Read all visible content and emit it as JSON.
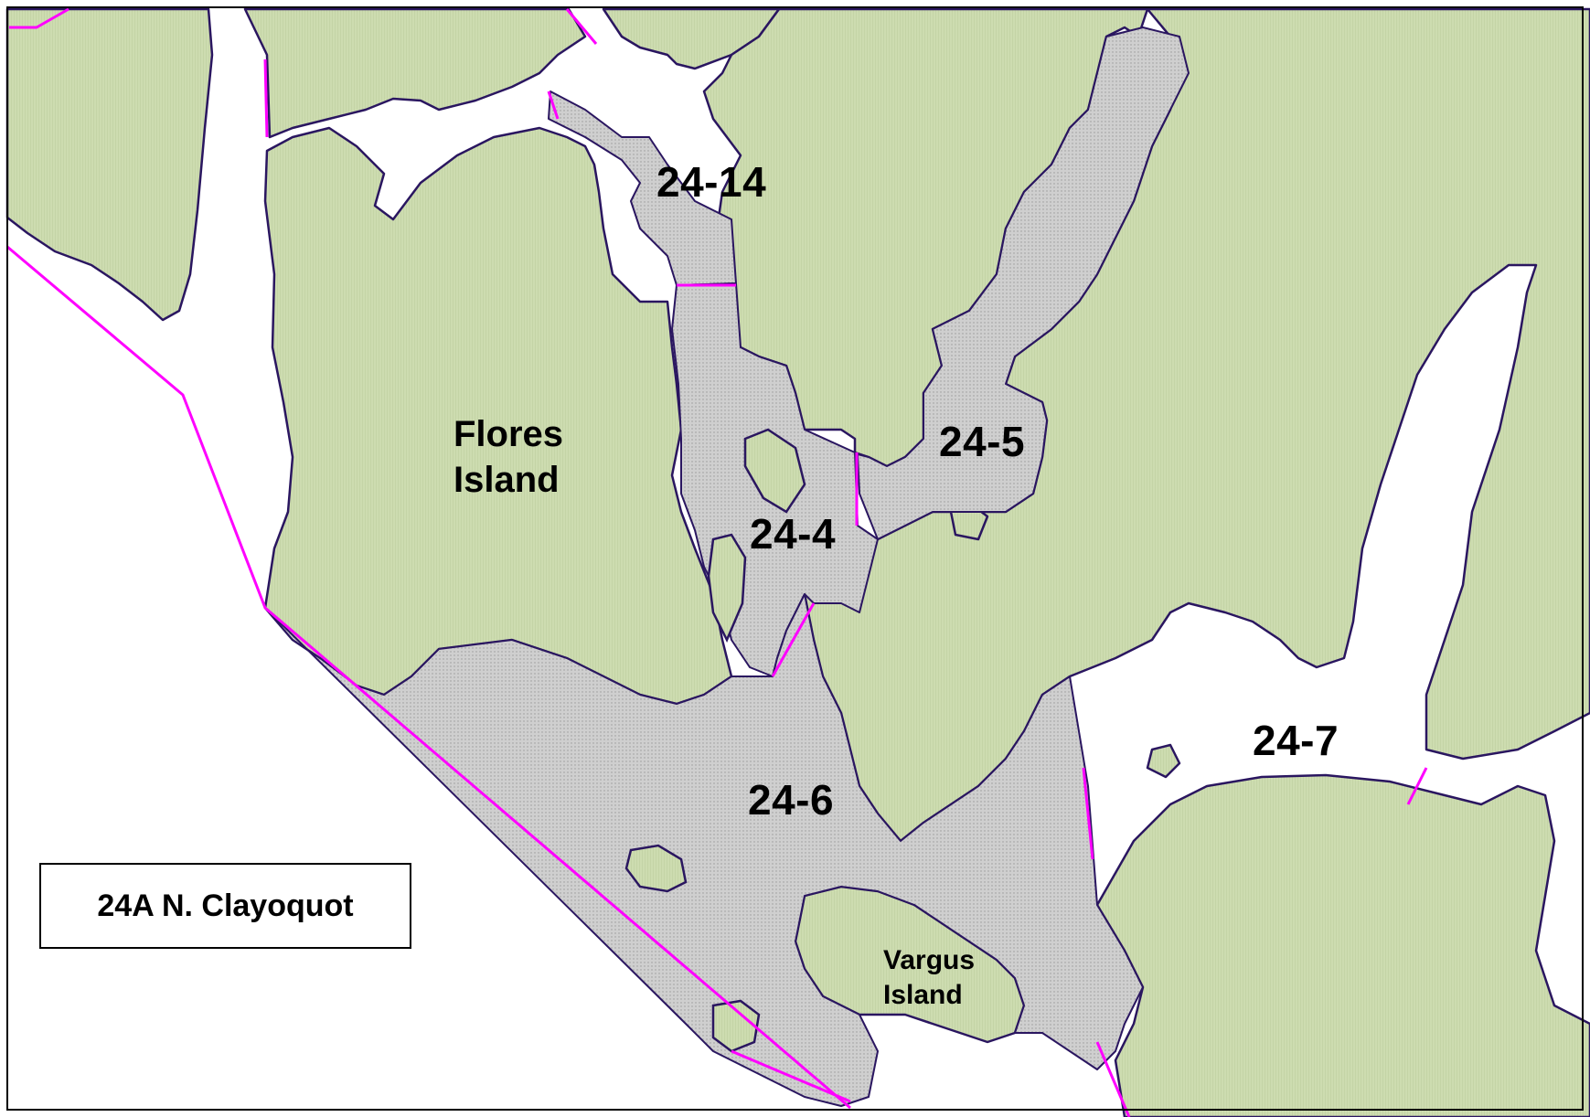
{
  "map": {
    "colors": {
      "land": "#cddcb0",
      "water": "#ffffff",
      "subarea": "#cfcfcf",
      "coastline": "#2a1660",
      "boundary": "#ff00ff",
      "frame": "#000000"
    },
    "area_labels": [
      "24-14",
      "24-5",
      "24-4",
      "24-6",
      "24-7"
    ],
    "islands": {
      "flores": {
        "line1": "Flores",
        "line2": "Island"
      },
      "vargus": {
        "line1": "Vargus",
        "line2": "Island"
      }
    },
    "legend": {
      "title": "24A N. Clayoquot"
    }
  }
}
